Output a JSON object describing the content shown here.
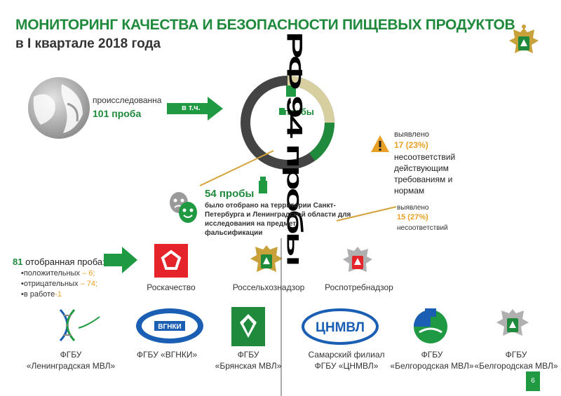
{
  "header": {
    "title": "МОНИТОРИНГ КАЧЕСТВА И БЕЗОПАСНОСТИ ПИЩЕВЫХ ПРОДУКТОВ",
    "subtitle": "в I квартале 2018 года"
  },
  "overlay_text": "РФ 94 пробы",
  "investigated": {
    "label": "происследованна",
    "value": "101 проба",
    "arrow_label": "в т.ч."
  },
  "center_block": {
    "value": "пробы"
  },
  "revealed_1": {
    "label": "выявлено",
    "value": "17 (23%)",
    "desc": "несоответствий действующим требованиям и нормам"
  },
  "sample_54": {
    "value": "54 пробы",
    "desc": "было отобрано на территории Санкт-Петербурга и Ленинградской области для исследования на предмет фальсификации"
  },
  "revealed_2": {
    "label": "выявлено",
    "value": "15 (27%)",
    "desc": "несоответствий"
  },
  "selected_81": {
    "count": "81",
    "label": " отобранная проба:",
    "items": [
      {
        "name": "•положительных",
        "value": " – 6;"
      },
      {
        "name": "•отрицательных",
        "value": " – 74;"
      },
      {
        "name": "•в работе",
        "value": "-1"
      }
    ]
  },
  "agencies": [
    "Роскачество",
    "Россельхознадзор",
    "Роспотребнадзор"
  ],
  "labs": [
    {
      "line1": "ФГБУ",
      "line2": "«Ленинградская МВЛ»"
    },
    {
      "line1": "ФГБУ «ВГНКИ»",
      "line2": "",
      "logo_text": "ВГНКИ"
    },
    {
      "line1": "ФГБУ",
      "line2": "«Брянская МВЛ»"
    },
    {
      "line1": "Самарский филиал",
      "line2": "ФГБУ «ЦНМВЛ»",
      "logo_text": "ЦНМВЛ"
    },
    {
      "line1": "ФГБУ",
      "line2": "«Белгородская МВЛ»"
    },
    {
      "line1": "ФГБУ",
      "line2": "«Белгородская МВЛ»"
    }
  ],
  "page_number": "6",
  "colors": {
    "green": "#1f8a3c",
    "orange": "#e8a125",
    "red": "#e5232a",
    "blue": "#1a5fb4"
  }
}
